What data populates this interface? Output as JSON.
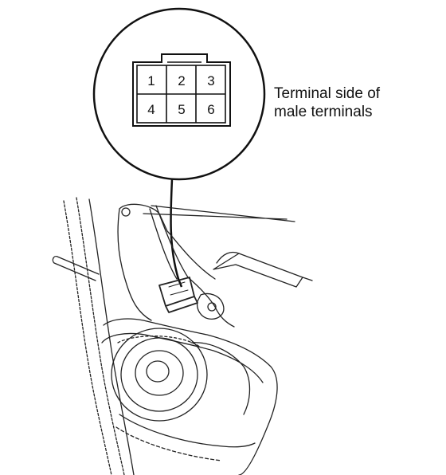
{
  "connector": {
    "terminals": [
      "1",
      "2",
      "3",
      "4",
      "5",
      "6"
    ]
  },
  "callout": {
    "line1": "Terminal side of",
    "line2": "male terminals"
  }
}
